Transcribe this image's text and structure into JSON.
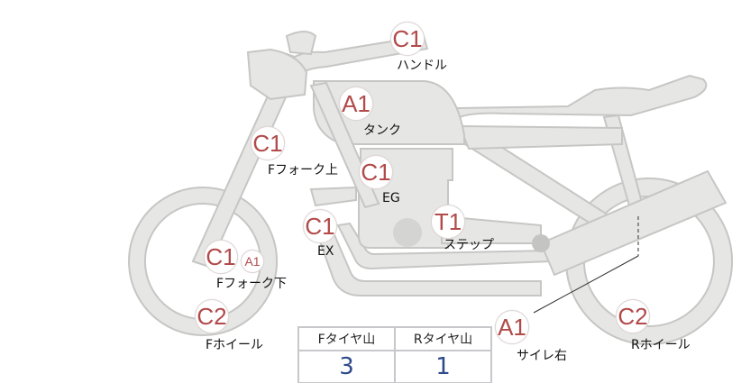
{
  "markers": [
    {
      "code": "C1",
      "label": "ハンドル"
    },
    {
      "code": "A1",
      "label": "タンク"
    },
    {
      "code": "C1",
      "label": "Fフォーク上"
    },
    {
      "code": "C1",
      "label": "EG"
    },
    {
      "code": "T1",
      "label": "ステップ"
    },
    {
      "code": "C1",
      "label": "EX"
    },
    {
      "code": "C1",
      "extra": "A1",
      "label": "Fフォーク下"
    },
    {
      "code": "C2",
      "label": "Fホイール"
    },
    {
      "code": "A1",
      "label": "サイレ右"
    },
    {
      "code": "C2",
      "label": "Rホイール"
    }
  ],
  "tire_table": {
    "headers": [
      "Fタイヤ山",
      "Rタイヤ山"
    ],
    "values": [
      "3",
      "1"
    ]
  },
  "colors": {
    "part_fill": "#e6e6e4",
    "part_stroke": "#c6c6c4",
    "marker_text": "#b24a4a",
    "value_text": "#2f4a8a"
  }
}
